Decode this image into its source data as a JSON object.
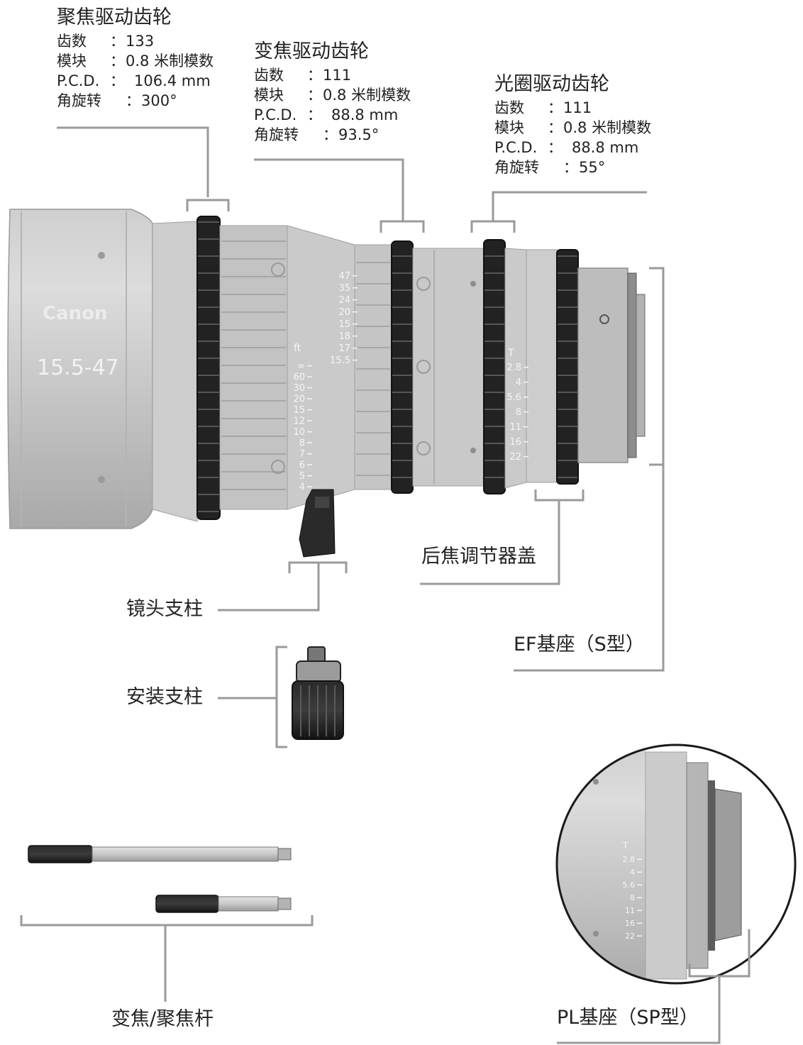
{
  "lens": {
    "brand": "Canon",
    "focal_range": "15.5-47",
    "distance_unit": "ft",
    "distance_scale": [
      "∞",
      "60",
      "30",
      "20",
      "15",
      "12",
      "10",
      "8",
      "7",
      "6",
      "5",
      "4"
    ],
    "zoom_scale": [
      "47",
      "35",
      "24",
      "20",
      "15",
      "18",
      "17",
      "15.5"
    ],
    "iris_label": "T",
    "iris_scale": [
      "2.8",
      "4",
      "5.6",
      "8",
      "11",
      "16",
      "22"
    ]
  },
  "gears": {
    "focus": {
      "title": "聚焦驱动齿轮",
      "rows": [
        {
          "k": "齿数",
          "sep": "：",
          "v": "133"
        },
        {
          "k": "模块",
          "sep": "：",
          "v": "0.8 米制模数"
        },
        {
          "k": "P.C.D.",
          "sep": "：",
          "v": "106.4 mm"
        },
        {
          "k": "角旋转",
          "sep": "：",
          "v": "300°"
        }
      ]
    },
    "zoom": {
      "title": "变焦驱动齿轮",
      "rows": [
        {
          "k": "齿数",
          "sep": "：",
          "v": "111"
        },
        {
          "k": "模块",
          "sep": "：",
          "v": "0.8 米制模数"
        },
        {
          "k": "P.C.D.",
          "sep": "：",
          "v": "88.8 mm"
        },
        {
          "k": "角旋转",
          "sep": "：",
          "v": "93.5°"
        }
      ]
    },
    "iris": {
      "title": "光圈驱动齿轮",
      "rows": [
        {
          "k": "齿数",
          "sep": "：",
          "v": "111"
        },
        {
          "k": "模块",
          "sep": "：",
          "v": "0.8 米制模数"
        },
        {
          "k": "P.C.D.",
          "sep": "：",
          "v": "88.8 mm"
        },
        {
          "k": "角旋转",
          "sep": "：",
          "v": "55°"
        }
      ]
    }
  },
  "callouts": {
    "back_focus_cover": "后焦调节器盖",
    "lens_support": "镜头支柱",
    "mount_support": "安装支柱",
    "ef_mount": "EF基座（S型）",
    "zoom_focus_lever": "变焦/聚焦杆",
    "pl_mount": "PL基座（SP型）"
  },
  "colors": {
    "lens_body": "#c6c6c6",
    "lens_shade": "#a9a9a9",
    "gear_ring": "#1c1c1c",
    "leader_line": "#9a9a9a",
    "text": "#222222"
  }
}
